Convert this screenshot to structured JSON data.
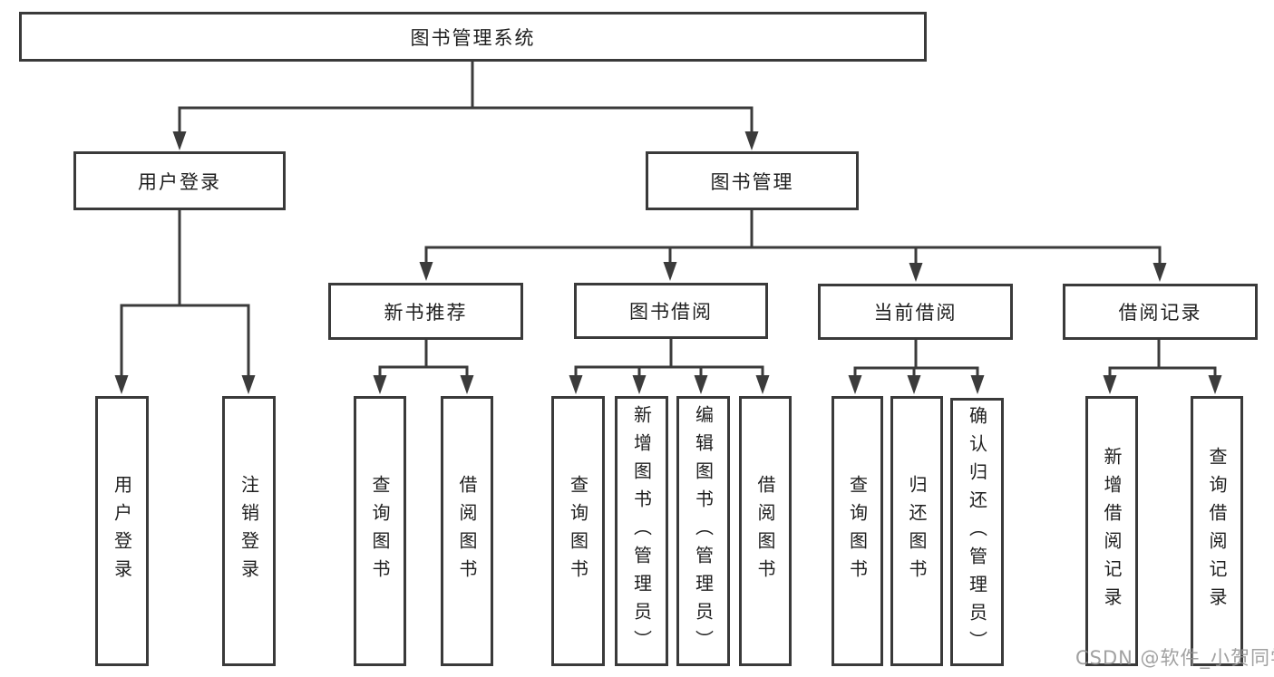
{
  "diagram_title": "图书管理系统",
  "watermark": "CSDN @软件_小贺同学",
  "colors": {
    "line": "#3b3b3b",
    "box_border": "#3a3a3a",
    "text": "#1f1f1f",
    "watermark": "#949494",
    "background": "#ffffff"
  },
  "nodes": {
    "root": {
      "label": "图书管理系统"
    },
    "login_group": {
      "label": "用户登录"
    },
    "login_user": {
      "label": "用户登录"
    },
    "login_logout": {
      "label": "注销登录"
    },
    "mgmt_group": {
      "label": "图书管理"
    },
    "rec_group": {
      "label": "新书推荐"
    },
    "rec_query": {
      "label": "查询图书"
    },
    "rec_borrow": {
      "label": "借阅图书"
    },
    "borrow_group": {
      "label": "图书借阅"
    },
    "borrow_query": {
      "label": "查询图书"
    },
    "borrow_add": {
      "label": "新增图书（管理员）"
    },
    "borrow_edit": {
      "label": "编辑图书（管理员）"
    },
    "borrow_do": {
      "label": "借阅图书"
    },
    "current_group": {
      "label": "当前借阅"
    },
    "current_query": {
      "label": "查询图书"
    },
    "current_return": {
      "label": "归还图书"
    },
    "current_confirm": {
      "label": "确认归还（管理员）"
    },
    "records_group": {
      "label": "借阅记录"
    },
    "records_add": {
      "label": "新增借阅记录"
    },
    "records_query": {
      "label": "查询借阅记录"
    }
  },
  "hierarchy": {
    "root": [
      "login_group",
      "mgmt_group"
    ],
    "login_group": [
      "login_user",
      "login_logout"
    ],
    "mgmt_group": [
      "rec_group",
      "borrow_group",
      "current_group",
      "records_group"
    ],
    "rec_group": [
      "rec_query",
      "rec_borrow"
    ],
    "borrow_group": [
      "borrow_query",
      "borrow_add",
      "borrow_edit",
      "borrow_do"
    ],
    "current_group": [
      "current_query",
      "current_return",
      "current_confirm"
    ],
    "records_group": [
      "records_add",
      "records_query"
    ]
  }
}
